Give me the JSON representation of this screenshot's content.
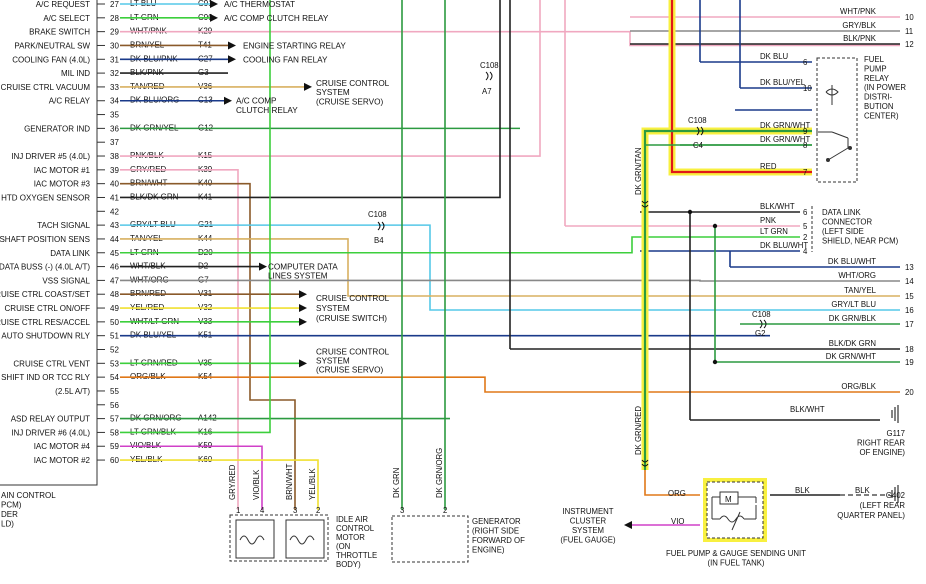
{
  "pcm_pins": [
    {
      "label": "A/C REQUEST",
      "pin": "27",
      "wire": "LT BLU",
      "circuit": "C91"
    },
    {
      "label": "A/C SELECT",
      "pin": "28",
      "wire": "LT GRN",
      "circuit": "C90"
    },
    {
      "label": "BRAKE SWITCH",
      "pin": "29",
      "wire": "WHT/PNK",
      "circuit": "K29"
    },
    {
      "label": "PARK/NEUTRAL SW",
      "pin": "30",
      "wire": "BRN/YEL",
      "circuit": "T41"
    },
    {
      "label": "COOLING FAN (4.0L)",
      "pin": "31",
      "wire": "DK BLU/PNK",
      "circuit": "C27"
    },
    {
      "label": "MIL IND",
      "pin": "32",
      "wire": "BLK/PNK",
      "circuit": "G3"
    },
    {
      "label": "CRUISE CTRL VACUUM",
      "pin": "33",
      "wire": "TAN/RED",
      "circuit": "V36"
    },
    {
      "label": "A/C RELAY",
      "pin": "34",
      "wire": "DK BLU/ORG",
      "circuit": "C13"
    },
    {
      "label": "",
      "pin": "35",
      "wire": "",
      "circuit": ""
    },
    {
      "label": "GENERATOR IND",
      "pin": "36",
      "wire": "DK GRN/YEL",
      "circuit": "G12"
    },
    {
      "label": "",
      "pin": "37",
      "wire": "",
      "circuit": ""
    },
    {
      "label": "INJ DRIVER #5 (4.0L)",
      "pin": "38",
      "wire": "PNK/BLK",
      "circuit": "K15"
    },
    {
      "label": "IAC MOTOR #1",
      "pin": "39",
      "wire": "GRY/RED",
      "circuit": "K39"
    },
    {
      "label": "IAC MOTOR #3",
      "pin": "40",
      "wire": "BRN/WHT",
      "circuit": "K40"
    },
    {
      "label": "HTD OXYGEN SENSOR",
      "pin": "41",
      "wire": "BLK/DK GRN",
      "circuit": "K41"
    },
    {
      "label": "",
      "pin": "42",
      "wire": "",
      "circuit": ""
    },
    {
      "label": "TACH SIGNAL",
      "pin": "43",
      "wire": "GRY/LT BLU",
      "circuit": "G21"
    },
    {
      "label": "SHAFT POSITION SENS",
      "pin": "44",
      "wire": "TAN/YEL",
      "circuit": "K44"
    },
    {
      "label": "DATA LINK",
      "pin": "45",
      "wire": "LT GRN",
      "circuit": "D20"
    },
    {
      "label": "DATA BUSS (-) (4.0L A/T)",
      "pin": "46",
      "wire": "WHT/BLK",
      "circuit": "D2"
    },
    {
      "label": "VSS SIGNAL",
      "pin": "47",
      "wire": "WHT/ORG",
      "circuit": "G7"
    },
    {
      "label": "CRUISE CTRL COAST/SET",
      "pin": "48",
      "wire": "BRN/RED",
      "circuit": "V31"
    },
    {
      "label": "CRUISE CTRL ON/OFF",
      "pin": "49",
      "wire": "YEL/RED",
      "circuit": "V32"
    },
    {
      "label": "CRUISE CTRL RES/ACCEL",
      "pin": "50",
      "wire": "WHT/LT GRN",
      "circuit": "V33"
    },
    {
      "label": "AUTO SHUTDOWN RLY",
      "pin": "51",
      "wire": "DK BLU/YEL",
      "circuit": "K51"
    },
    {
      "label": "",
      "pin": "52",
      "wire": "",
      "circuit": ""
    },
    {
      "label": "CRUISE CTRL VENT",
      "pin": "53",
      "wire": "LT GRN/RED",
      "circuit": "V35"
    },
    {
      "label": "SHIFT IND OR TCC RLY",
      "pin": "54",
      "wire": "ORG/BLK",
      "circuit": "K54"
    },
    {
      "label": "(2.5L A/T)",
      "pin": "55",
      "wire": "",
      "circuit": ""
    },
    {
      "label": "",
      "pin": "56",
      "wire": "",
      "circuit": ""
    },
    {
      "label": "ASD RELAY OUTPUT",
      "pin": "57",
      "wire": "DK GRN/ORG",
      "circuit": "A142"
    },
    {
      "label": "INJ DRIVER #6 (4.0L)",
      "pin": "58",
      "wire": "LT GRN/BLK",
      "circuit": "K16"
    },
    {
      "label": "IAC MOTOR #4",
      "pin": "59",
      "wire": "VIO/BLK",
      "circuit": "K59"
    },
    {
      "label": "IAC MOTOR #2",
      "pin": "60",
      "wire": "YEL/BLK",
      "circuit": "K60"
    }
  ],
  "pcm_footer": [
    "AIN CONTROL",
    "PCM)",
    "DER",
    "LD)"
  ],
  "destinations": {
    "ac_thermostat": "A/C THERMOSTAT",
    "ac_comp_clutch_relay": "A/C COMP CLUTCH RELAY",
    "engine_starting_relay": "ENGINE STARTING RELAY",
    "cooling_fan_relay": "COOLING FAN RELAY",
    "cruise_servo_1": [
      "CRUISE CONTROL",
      "SYSTEM",
      "(CRUISE SERVO)"
    ],
    "ac_comp_2": [
      "A/C COMP",
      "CLUTCH RELAY"
    ],
    "computer_data": [
      "COMPUTER DATA",
      "LINES SYSTEM"
    ],
    "cruise_switch": [
      "CRUISE CONTROL",
      "SYSTEM",
      "(CRUISE SWITCH)"
    ],
    "cruise_servo_2": [
      "CRUISE CONTROL",
      "SYSTEM",
      "(CRUISE SERVO)"
    ]
  },
  "splices": [
    {
      "name": "C108",
      "pin": "A7"
    },
    {
      "name": "C108",
      "pin": "B4"
    },
    {
      "name": "C108",
      "pin": "C4"
    },
    {
      "name": "C108",
      "pin": "G2"
    }
  ],
  "fuel_pump_relay": {
    "title": [
      "FUEL",
      "PUMP",
      "RELAY",
      "(IN POWER",
      "DISTRI-",
      "BUTION",
      "CENTER)"
    ],
    "pins": [
      {
        "wire": "DK BLU",
        "pin": "6"
      },
      {
        "wire": "DK BLU/YEL",
        "pin": "10"
      },
      {
        "wire": "DK GRN/WHT",
        "pin": "9"
      },
      {
        "wire": "DK GRN/WHT",
        "pin": "8"
      },
      {
        "wire": "RED",
        "pin": "7"
      }
    ]
  },
  "data_link_connector": {
    "title": [
      "DATA LINK",
      "CONNECTOR",
      "(LEFT SIDE",
      "SHIELD, NEAR PCM)"
    ],
    "pins": [
      {
        "wire": "BLK/WHT",
        "pin": "6"
      },
      {
        "wire": "PNK",
        "pin": "5"
      },
      {
        "wire": "LT GRN",
        "pin": "2"
      },
      {
        "wire": "DK BLU/WHT",
        "pin": "4"
      }
    ]
  },
  "right_wires": [
    {
      "wire": "WHT/PNK",
      "num": "10"
    },
    {
      "wire": "GRY/BLK",
      "num": "11"
    },
    {
      "wire": "BLK/PNK",
      "num": "12"
    },
    {
      "wire": "DK BLU/WHT",
      "num": "13"
    },
    {
      "wire": "WHT/ORG",
      "num": "14"
    },
    {
      "wire": "TAN/YEL",
      "num": "15"
    },
    {
      "wire": "GRY/LT BLU",
      "num": "16"
    },
    {
      "wire": "DK GRN/BLK",
      "num": "17"
    },
    {
      "wire": "BLK/DK GRN",
      "num": "18"
    },
    {
      "wire": "DK GRN/WHT",
      "num": "19"
    },
    {
      "wire": "ORG/BLK",
      "num": "20"
    }
  ],
  "vertical_labels": {
    "dk_grn_tan": "DK GRN/TAN",
    "dk_grn_red": "DK GRN/RED",
    "dk_grn": "DK GRN",
    "dk_grn_org": "DK GRN/ORG",
    "gry_red": "GRY/RED",
    "vio_blk": "VIO/BLK",
    "brn_wht": "BRN/WHT",
    "yel_blk": "YEL/BLK"
  },
  "iac_pins": [
    "1",
    "4",
    "3",
    "2"
  ],
  "gen_pins": [
    "3",
    "2"
  ],
  "ground_g117": {
    "wire": "BLK/WHT",
    "label": [
      "G117",
      "RIGHT REAR",
      "OF ENGINE)"
    ]
  },
  "ground_g402": {
    "wire": "BLK",
    "wire2": "BLK",
    "label": [
      "G402",
      "(LEFT REAR",
      "QUARTER PANEL)"
    ]
  },
  "sending_unit": {
    "org": "ORG",
    "vio": "VIO",
    "motor": "M",
    "label": [
      "FUEL PUMP & GAUGE SENDING UNIT",
      "(IN FUEL TANK)"
    ]
  },
  "instrument_cluster": [
    "INSTRUMENT",
    "CLUSTER",
    "SYSTEM",
    "(FUEL GAUGE)"
  ],
  "iac_motor": [
    "IDLE AIR",
    "CONTROL",
    "MOTOR",
    "(ON",
    "THROTTLE",
    "BODY)"
  ],
  "generator": [
    "GENERATOR",
    "(RIGHT SIDE",
    "FORWARD OF",
    "ENGINE)"
  ],
  "colors": {
    "lt_blu": "#55c8e8",
    "lt_grn": "#3ccf3c",
    "pink": "#f0a8c0",
    "gry": "#888888",
    "tan": "#d8b060",
    "orange": "#e07818",
    "dk_grn": "#2c9a40",
    "dk_blu": "#1a3a8a",
    "blk": "#222222",
    "yel": "#f0e030",
    "vio": "#d040c8",
    "red": "#e01818",
    "brn": "#8a5a2a"
  }
}
